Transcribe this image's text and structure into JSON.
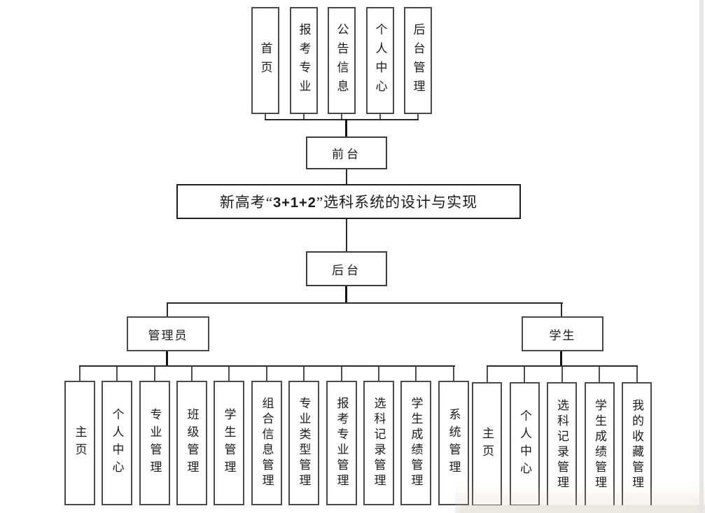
{
  "diagram": {
    "system": {
      "title_pre": "新高考“",
      "title_mid": "3+1+2",
      "title_post": "”选科系统的设计与实现"
    },
    "frontend": {
      "label": "前台",
      "modules": [
        {
          "label": "首页"
        },
        {
          "label": "报考专业"
        },
        {
          "label": "公告信息"
        },
        {
          "label": "个人中心"
        },
        {
          "label": "后台管理"
        }
      ]
    },
    "backend": {
      "label": "后台",
      "roles": [
        {
          "label": "管理员",
          "modules": [
            {
              "label": "主页"
            },
            {
              "label": "个人中心"
            },
            {
              "label": "专业管理"
            },
            {
              "label": "班级管理"
            },
            {
              "label": "学生管理"
            },
            {
              "label": "组合信息管理"
            },
            {
              "label": "专业类型管理"
            },
            {
              "label": "报考专业管理"
            },
            {
              "label": "选科记录管理"
            },
            {
              "label": "学生成绩管理"
            },
            {
              "label": "系统管理"
            }
          ]
        },
        {
          "label": "学生",
          "modules": [
            {
              "label": "主页"
            },
            {
              "label": "个人中心"
            },
            {
              "label": "选科记录管理"
            },
            {
              "label": "学生成绩管理"
            },
            {
              "label": "我的收藏管理"
            }
          ]
        }
      ]
    },
    "colors": {
      "box_border": "#4a4a4a",
      "connector_line": "#2a2a2a",
      "text": "#1a1a1a",
      "page_edge_strip": "#e8e5e2",
      "scan_shadow": "#ebe7e3"
    }
  }
}
